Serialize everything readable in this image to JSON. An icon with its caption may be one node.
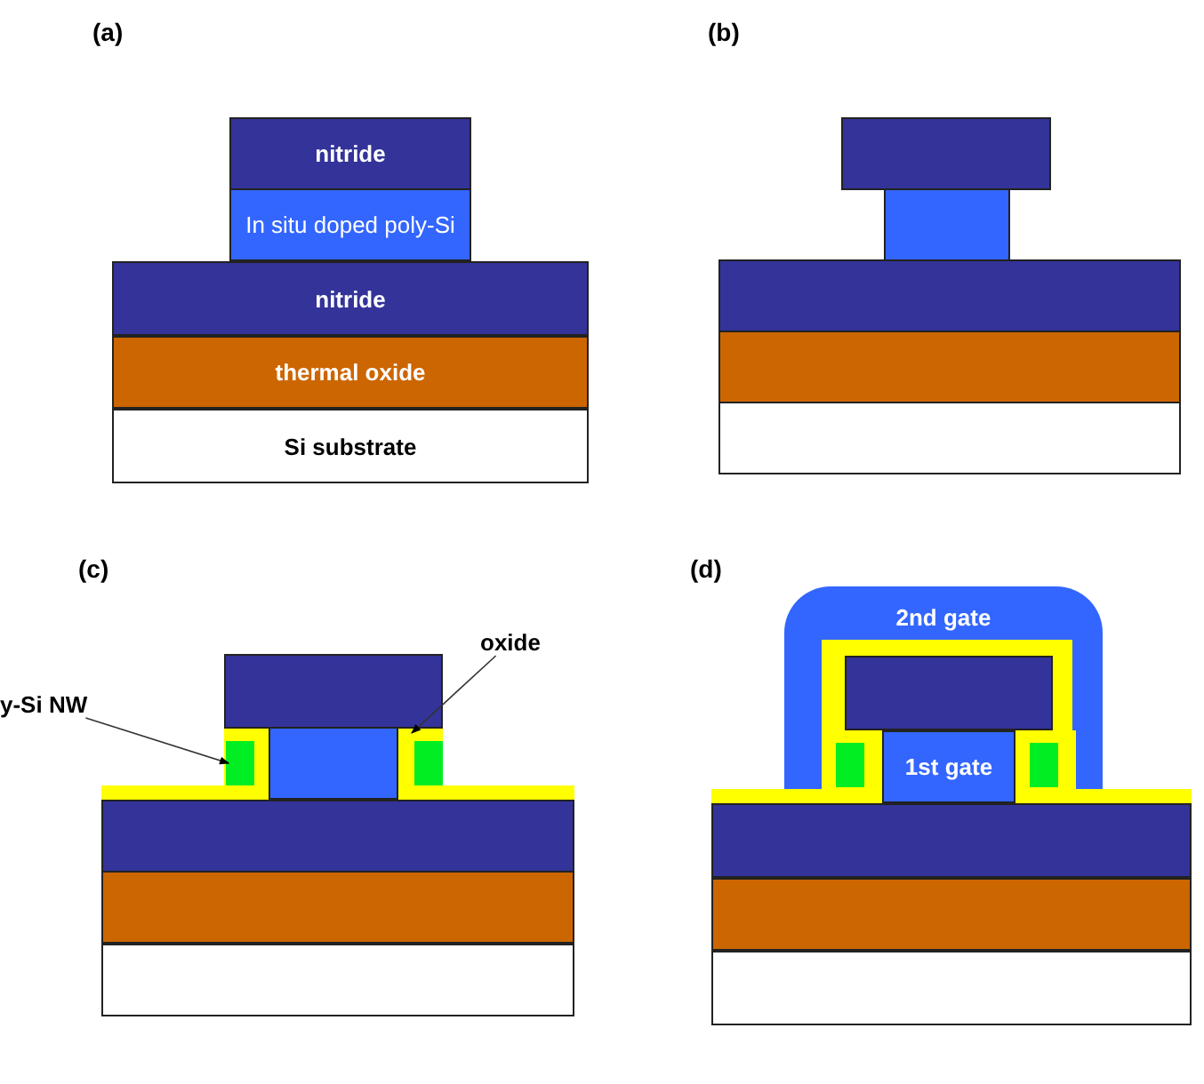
{
  "diagram": {
    "nodes": [
      {
        "text": [
          "nitride"
        ]
      },
      {
        "text": [
          "In situ doped poly-Si"
        ]
      },
      {
        "text": [
          "nitride"
        ]
      },
      {
        "text": [
          "thermal oxide"
        ]
      },
      {
        "text": [
          "Si substrate"
        ]
      },
      {
        "text": [],
        "shape": "box"
      },
      {
        "text": [],
        "shape": "box"
      },
      {
        "text": [],
        "shape": "box"
      },
      {
        "text": [],
        "shape": "box"
      },
      {
        "text": [],
        "shape": "box"
      },
      {
        "text": [
          "y-Si NW"
        ]
      },
      {
        "text": [
          "oxide"
        ]
      },
      {
        "text": [],
        "shape": "box"
      },
      {
        "text": [],
        "shape": "box"
      },
      {
        "text": [],
        "shape": "box"
      },
      {
        "text": [],
        "shape": "box"
      },
      {
        "text": [],
        "shape": "box",
        "in": 15
      },
      {
        "text": [],
        "shape": "box"
      },
      {
        "text": [],
        "shape": "box"
      },
      {
        "text": [],
        "shape": "box"
      },
      {
        "text": [
          "2nd gate"
        ]
      },
      {
        "text": [],
        "shape": "box",
        "in": 20
      },
      {
        "text": [],
        "shape": "box",
        "in": 20
      },
      {
        "text": [
          "1st gate"
        ]
      },
      {
        "text": [],
        "shape": "box",
        "in": 20
      },
      {
        "text": [],
        "shape": "box"
      },
      {
        "text": [],
        "shape": "box"
      },
      {
        "text": [],
        "shape": "box"
      }
    ],
    "edges": [
      {
        "from": 10,
        "to": 13,
        "arrow": "to"
      },
      {
        "from": 11,
        "to": 15,
        "arrow": "to"
      }
    ],
    "labels": [
      "(a)",
      "(b)",
      "(c)",
      "(d)"
    ]
  }
}
